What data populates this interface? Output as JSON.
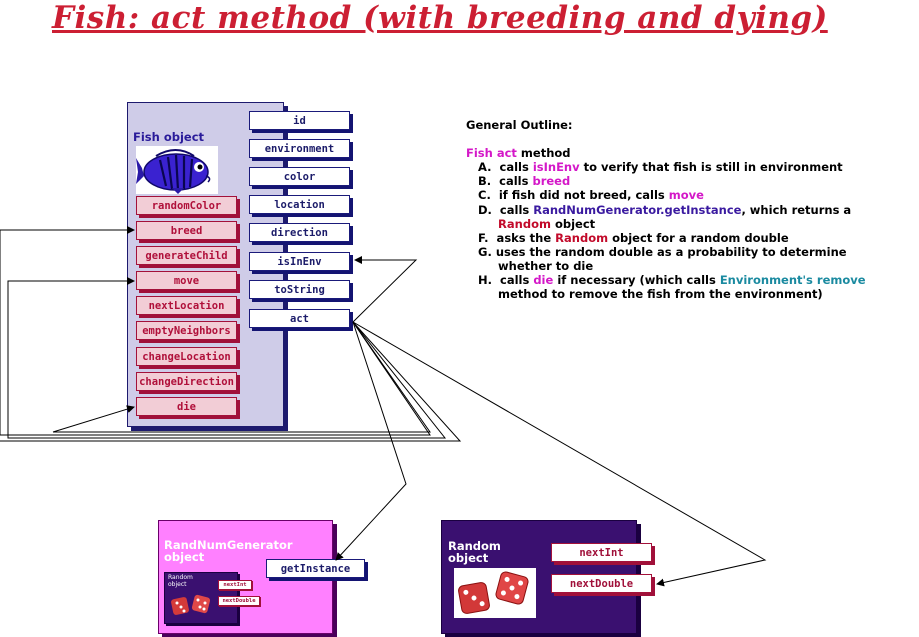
{
  "title": "Fish: act method (with breeding and dying)",
  "fish_object": {
    "label": "Fish object",
    "public_methods": [
      "id",
      "environment",
      "color",
      "location",
      "direction",
      "isInEnv",
      "toString",
      "act"
    ],
    "private_methods": [
      "randomColor",
      "breed",
      "generateChild",
      "move",
      "nextLocation",
      "emptyNeighbors",
      "changeLocation",
      "changeDirection",
      "die"
    ]
  },
  "outline": {
    "heading": "General Outline:",
    "intro_method": "Fish act",
    "intro_rest": " method",
    "a_1": "   A.  calls ",
    "a_method": "isInEnv",
    "a_2": " to verify that fish is still in environment",
    "b_1": "   B.  calls ",
    "b_method": "breed",
    "c_1": "   C.  if fish did not breed, calls ",
    "c_method": "move",
    "d_1": "   D.  calls ",
    "d_method": "RandNumGenerator.getInstance",
    "d_2": ", which returns a",
    "d_3": "        ",
    "d_random": "Random",
    "d_4": " object",
    "f_1": "   F.  asks the ",
    "f_random": "Random",
    "f_2": " object for a random double",
    "g_1": "   G. uses the random double as a probability to determine",
    "g_2": "        whether to die",
    "h_1": "   H.  calls ",
    "h_method": "die",
    "h_2": " if necessary (which calls ",
    "h_env": "Environment's remove",
    "h_3": "        method to remove the fish from the environment)"
  },
  "rng_object": {
    "label_line1": "RandNumGenerator",
    "label_line2": "object",
    "method": "getInstance",
    "mini_label_1": "Random",
    "mini_label_2": "object",
    "mini_method_1": "nextInt",
    "mini_method_2": "nextDouble"
  },
  "random_object": {
    "label_line1": "Random",
    "label_line2": "object",
    "methods": [
      "nextInt",
      "nextDouble"
    ]
  },
  "colors": {
    "title": "#cc1f33",
    "fish_panel": "#cfcce8",
    "public_method": "#1c1c6a",
    "private_method": "#b0103a",
    "rng_panel": "#ff80ff",
    "random_panel": "#3a1070"
  }
}
